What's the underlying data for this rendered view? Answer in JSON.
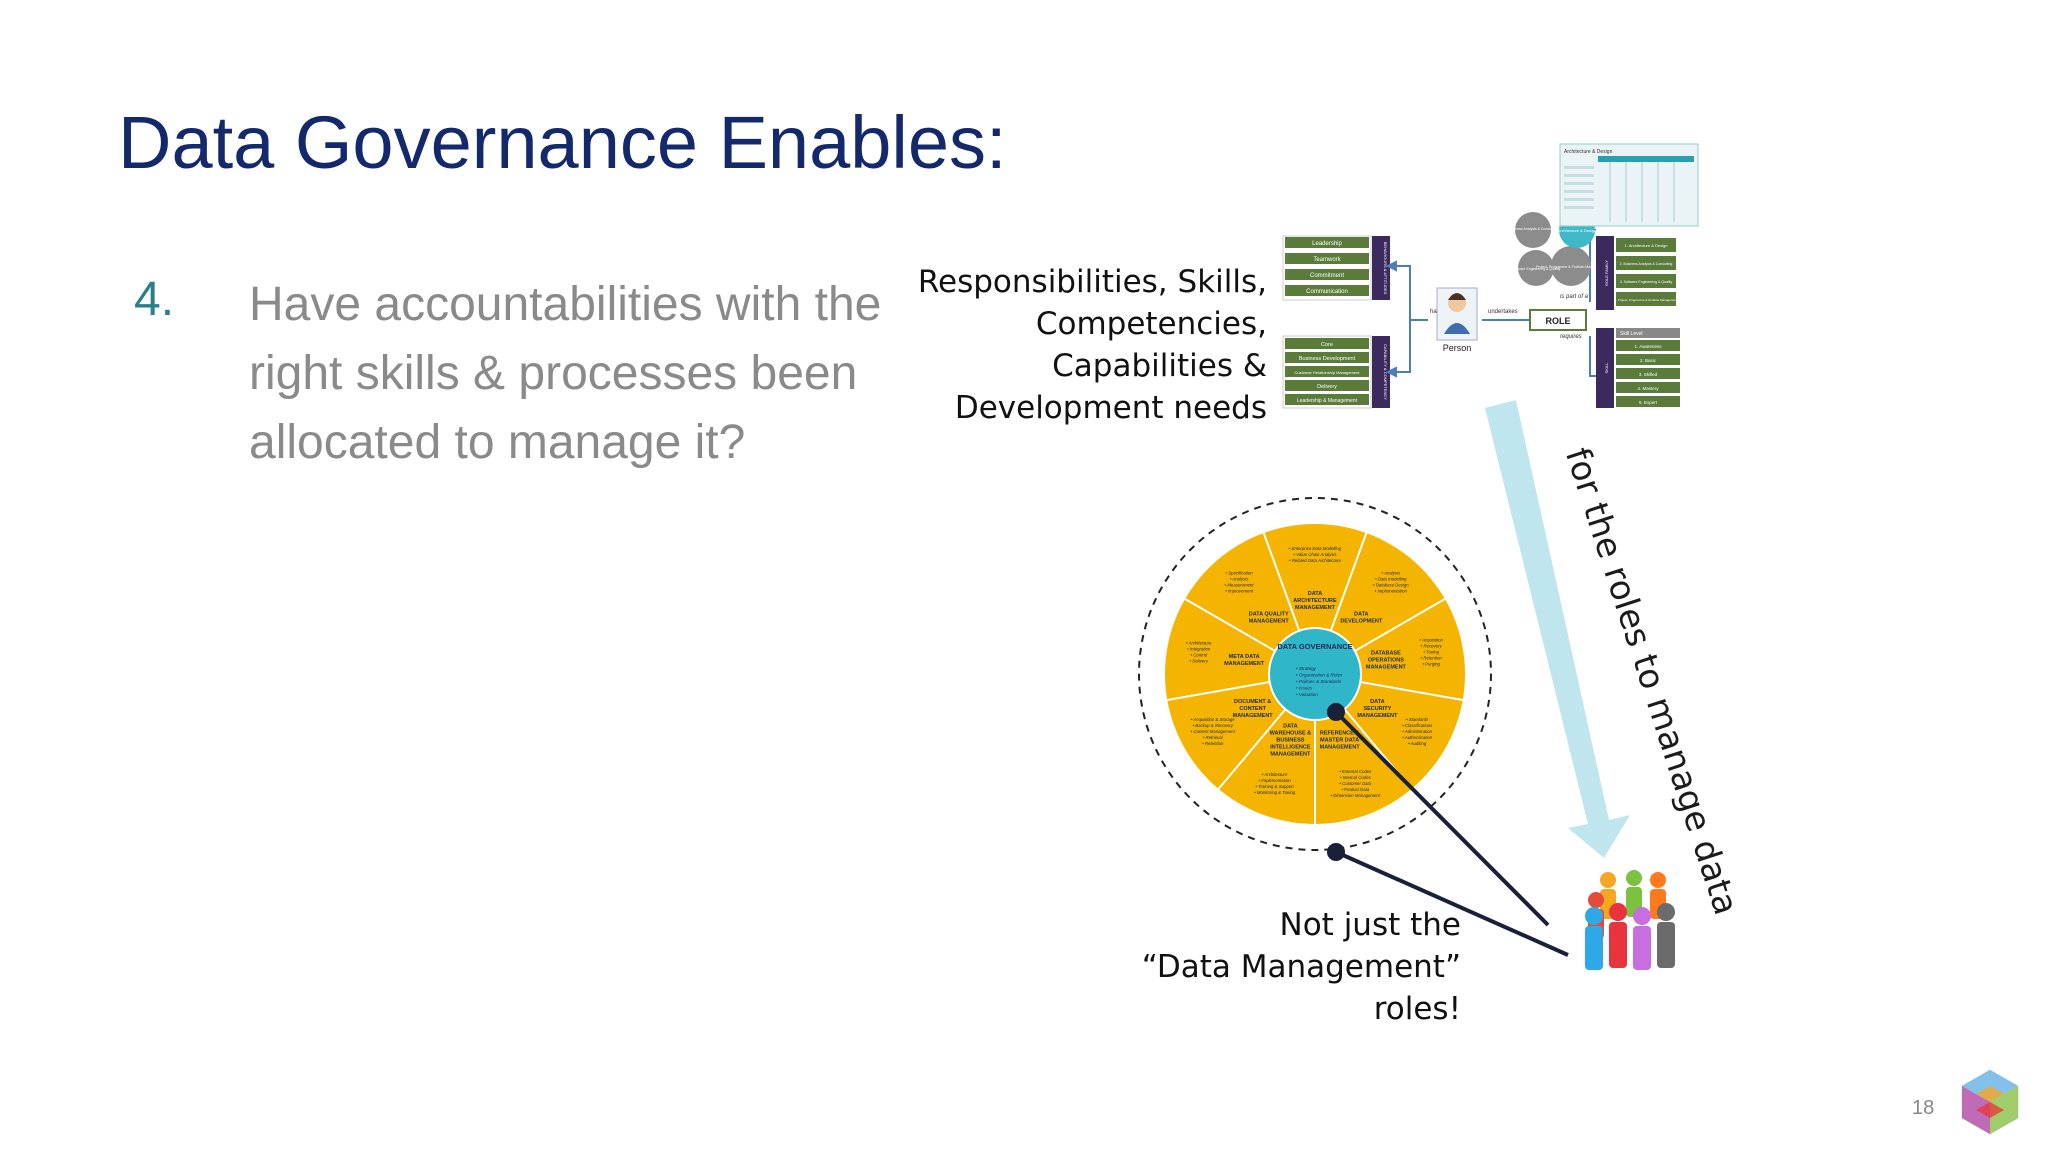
{
  "slide": {
    "title": "Data Governance Enables:",
    "item_number": "4.",
    "item_text": "Have accountabilities with the right skills & processes been allocated to manage it?",
    "page_number": "18"
  },
  "role_diagram": {
    "caption_lines": [
      "Responsibilities, Skills,",
      "Competencies,",
      "Capabilities &",
      "Development needs"
    ],
    "person_label": "Person",
    "role_label": "ROLE",
    "has_label": "has",
    "undertakes_label": "undertakes",
    "is_part_of_label": "is part of a",
    "requires_label": "requires",
    "behaviours_items": [
      "Leadership",
      "Teamwork",
      "Commitment",
      "Communication"
    ],
    "behaviours_header": "BEHAVIOURS & ATTITUDES",
    "capability_items": [
      "Core",
      "Business Development",
      "Customer Relationship Management",
      "Delivery",
      "Leadership & Management"
    ],
    "capability_header": "CAPABILITY & COMPETENCY",
    "family_items": [
      "1. Architecture & Design",
      "2. Business Analysis & Consulting",
      "3. Software Engineering & Quality",
      "4. Project, Programme & Portfolio Management"
    ],
    "family_header": "ROLE FAMILY",
    "skill_level_header": "Skill Level",
    "skill_levels": [
      "1. Awareness",
      "2. Basic",
      "3. Skilled",
      "4. Mastery",
      "5. Expert"
    ],
    "skills_header": "SKILL",
    "bubble_labels": [
      "Business Analysis & Consulting",
      "Architecture & Design",
      "Software Engineering & Quality",
      "Project, Programme & Portfolio Management"
    ],
    "matrix_title": "Architecture & Design"
  },
  "wheel": {
    "center_title": "DATA GOVERNANCE",
    "center_items": [
      "Strategy",
      "Organization & Roles",
      "Policies & Standards",
      "Issues",
      "Valuation"
    ],
    "segments": [
      {
        "title": "DATA ARCHITECTURE MANAGEMENT",
        "items": [
          "Enterprise Data Modelling",
          "Value Chain Analysis",
          "Related Data Architecture"
        ]
      },
      {
        "title": "DATA DEVELOPMENT",
        "items": [
          "Analysis",
          "Data modelling",
          "Database Design",
          "Implementation"
        ]
      },
      {
        "title": "DATABASE OPERATIONS MANAGEMENT",
        "items": [
          "Acquisition",
          "Recovery",
          "Tuning",
          "Retention",
          "Purging"
        ]
      },
      {
        "title": "DATA SECURITY MANAGEMENT",
        "items": [
          "Standards",
          "Classifications",
          "Administration",
          "Authentication",
          "Auditing"
        ]
      },
      {
        "title": "REFERENCE & MASTER DATA MANAGEMENT",
        "items": [
          "External Codes",
          "Internal Codes",
          "Customer Data",
          "Product Data",
          "Dimension Management"
        ]
      },
      {
        "title": "DATA WAREHOUSE & BUSINESS INTELLIGENCE MANAGEMENT",
        "items": [
          "Architecture",
          "Implementation",
          "Training & Support",
          "Monitoring & Tuning"
        ]
      },
      {
        "title": "DOCUMENT & CONTENT MANAGEMENT",
        "items": [
          "Acquisition & Storage",
          "Backup & Recovery",
          "Content Management",
          "Retrieval",
          "Retention"
        ]
      },
      {
        "title": "META DATA MANAGEMENT",
        "items": [
          "Architecture",
          "Integration",
          "Control",
          "Delivery"
        ]
      },
      {
        "title": "DATA QUALITY MANAGEMENT",
        "items": [
          "Specification",
          "Analysis",
          "Measurement",
          "Improvement"
        ]
      }
    ]
  },
  "arrow_text": "for the roles to manage data",
  "not_just_lines": [
    "Not just the",
    "“Data Management”",
    "roles!"
  ],
  "colors": {
    "title": "#14296b",
    "number": "#2a7f8f",
    "body_text": "#8a8a8a",
    "wheel_yellow": "#f5b400",
    "wheel_center": "#2fb6c8",
    "green_box": "#5b7b3a",
    "purple_box": "#3c2a5e",
    "arrow": "#bfe6ee"
  }
}
